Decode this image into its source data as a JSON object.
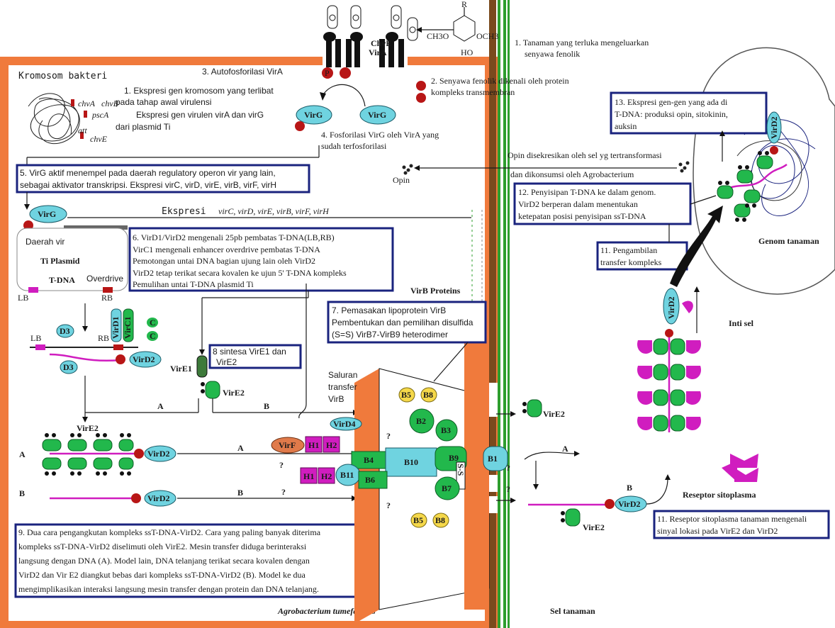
{
  "membrane_left": {
    "chromosome_title": "Kromosom bakteri",
    "genes": [
      "chvA",
      "chvB",
      "pscA",
      "att",
      "chvE"
    ],
    "step1_line1": "1.  Ekspresi gen kromosom yang terlibat",
    "step1_line2": "pada tahap awal virulensi",
    "step1_line3": "Ekspresi gen virulen virA dan virG",
    "step1_line4": "dari plasmid Ti",
    "step3": "3.  Autofosforilasi VirA",
    "step4_line1": "4.  Fosforilasi VirG oleh VirA yang",
    "step4_line2": "sudah terfosforilasi",
    "step5_line1": "5.  VirG aktif menempel pada daerah regulatory operon vir yang lain,",
    "step5_line2": "sebagai aktivator transkripsi.  Ekspresi virC, virD, virE, virB, virF, virH",
    "ekspresi_label": "Ekspresi",
    "ekspresi_genes": "virC, virD, virE, virB, virF, virH",
    "daerah_vir": "Daerah vir",
    "ti_plasmid": "Ti Plasmid",
    "tdna": "T-DNA",
    "overdrive": "Overdrive",
    "lb": "LB",
    "rb": "RB",
    "step6_lines": [
      "6. VirD1/VirD2 mengenali 25pb pembatas T-DNA(LB,RB)",
      "VirC1 mengenali enhancer overdrive pembatas T-DNA",
      "Pemotongan untai DNA bagian ujung lain oleh VirD2",
      "VirD2 tetap terikat secara kovalen ke ujun 5' T-DNA kompleks",
      "Pemulihan untai T-DNA plasmid Ti"
    ],
    "step8_line1": "8 sintesa VirE1 dan",
    "step8_line2": "VirE2",
    "step7_line1": "7.  Pemasakan lipoprotein VirB",
    "step7_line2": "Pembentukan dan pemilihan disulfida",
    "step7_line3": "(S=S) VirB7-VirB9 heterodimer",
    "virb_proteins": "VirB Proteins",
    "saluran_line1": "Saluran",
    "saluran_line2": "transfer",
    "saluran_line3": "VirB",
    "step9_lines": [
      "9. Dua cara pengangkutan kompleks ssT-DNA-VirD2.  Cara yang paling banyak diterima",
      " kompleks ssT-DNA-VirD2 diselimuti oleh VirE2.  Mesin transfer diduga berinteraksi",
      "langsung dengan DNA (A).  Model lain, DNA telanjang terikat secara kovalen dengan",
      "VirD2 dan Vir E2 diangkut bebas dari kompleks ssT-DNA-VirD2 (B).  Model ke dua",
      "mengimplikasikan interaksi langsung mesin transfer dengan protein dan DNA telanjang."
    ],
    "organism": "Agrobacterium tumefaciens"
  },
  "membrane_right": {
    "step1_line1": "1.  Tanaman yang terluka mengeluarkan",
    "step1_line2": "senyawa fenolik",
    "step2_line1": "2.  Senyawa fenolik dikenali oleh protein",
    "step2_line2": "kompleks transmembran",
    "opin_line1": "Opin disekresikan oleh sel yg tertransformasi",
    "opin_line2": "dan dikonsumsi oleh Agrobacterium",
    "opin": "Opin",
    "step13_lines": [
      "13.  Ekspresi gen-gen yang ada di",
      "T-DNA:  produksi opin, sitokinin,",
      "auksin"
    ],
    "step12_lines": [
      "12.  Penyisipan T-DNA ke dalam genom.",
      "VirD2 berperan dalam menentukan",
      "ketepatan posisi penyisipan ssT-DNA"
    ],
    "step11a_lines": [
      "11. Pengambilan",
      "transfer kompleks"
    ],
    "genom": "Genom tanaman",
    "inti_sel": "Inti sel",
    "reseptor": "Reseptor sitoplasma",
    "step11b_lines": [
      "11.   Reseptor sitoplasma tanaman mengenali",
      "sinyal lokasi pada VirE2 dan VirD2"
    ],
    "cell": "Sel tanaman"
  },
  "proteins": {
    "chve": "ChvE",
    "vira": "VirA",
    "virg": "VirG",
    "vird2": "VirD2",
    "vird1": "VirD1",
    "virc1": "VirC1",
    "d3": "D3",
    "c": "C",
    "vire1": "VirE1",
    "vire2": "VirE2",
    "virf": "VirF",
    "vird4": "VirD4",
    "h1": "H1",
    "h2": "H2",
    "b1": "B1",
    "b2": "B2",
    "b3": "B3",
    "b4": "B4",
    "b5": "B5",
    "b6": "B6",
    "b7": "B7",
    "b8": "B8",
    "b9": "B9",
    "b10": "B10",
    "b11": "B11",
    "ss": "S-S",
    "p": "P"
  },
  "route_labels": {
    "a": "A",
    "b": "B",
    "q": "?"
  },
  "chemical": {
    "r": "R",
    "och3_left": "CH3O",
    "och3_right": "OCH3",
    "ho": "HO"
  },
  "colors": {
    "cell_wall": "#f07a3c",
    "membrane_green": "#2e9e2e",
    "plant_wall": "#7a4a1e",
    "virb_channel": "#f07a3c",
    "protein_cyan": "#6fd3e0",
    "protein_green": "#22b84c",
    "magenta": "#d01dbf",
    "phospho_red": "#b81616",
    "box_border": "#1a237e"
  }
}
